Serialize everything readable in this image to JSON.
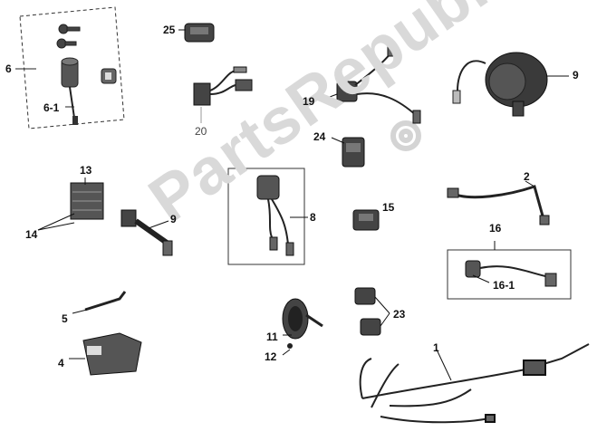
{
  "watermark": "PartsRepublik",
  "callouts": {
    "c1": "1",
    "c2": "2",
    "c4": "4",
    "c5": "5",
    "c6": "6",
    "c6_1": "6-1",
    "c8": "8",
    "c9a": "9",
    "c9b": "9",
    "c11": "11",
    "c12": "12",
    "c13": "13",
    "c14": "14",
    "c15": "15",
    "c16": "16",
    "c16_1": "16-1",
    "c19": "19",
    "c20": "20",
    "c23": "23",
    "c24": "24",
    "c25": "25"
  }
}
